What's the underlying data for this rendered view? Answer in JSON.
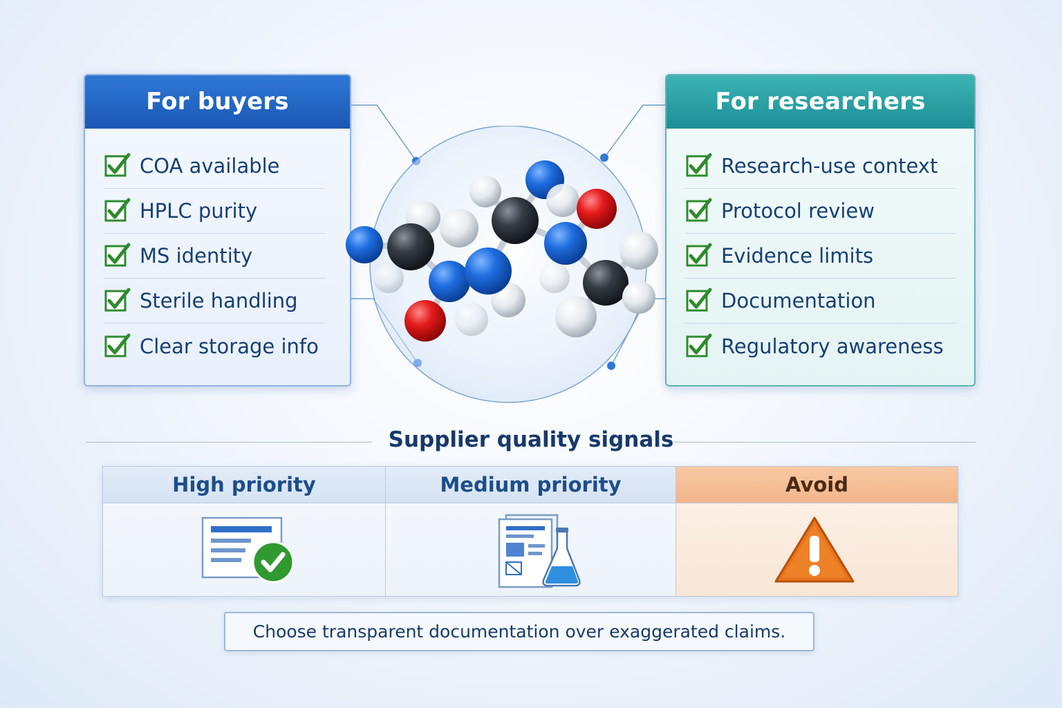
{
  "buyers": {
    "title": "For buyers",
    "items": [
      {
        "label": "COA available"
      },
      {
        "label": "HPLC purity"
      },
      {
        "label": "MS identity"
      },
      {
        "label": "Sterile handling"
      },
      {
        "label": "Clear storage info"
      }
    ]
  },
  "researchers": {
    "title": "For researchers",
    "items": [
      {
        "label": "Research-use context"
      },
      {
        "label": "Protocol review"
      },
      {
        "label": "Evidence limits"
      },
      {
        "label": "Documentation"
      },
      {
        "label": "Regulatory awareness"
      }
    ]
  },
  "signals": {
    "title": "Supplier quality signals",
    "high": {
      "label": "High priority",
      "icon": "document-check-icon"
    },
    "medium": {
      "label": "Medium priority",
      "icon": "report-flask-icon"
    },
    "avoid": {
      "label": "Avoid",
      "icon": "warning-icon"
    }
  },
  "footer": {
    "note": "Choose transparent documentation over exaggerated claims."
  },
  "colors": {
    "buyers_header": "#1f62c2",
    "researchers_header": "#23999d",
    "check_green": "#2e8b2e",
    "avoid_orange": "#e8731c",
    "text_navy": "#173a6b"
  }
}
